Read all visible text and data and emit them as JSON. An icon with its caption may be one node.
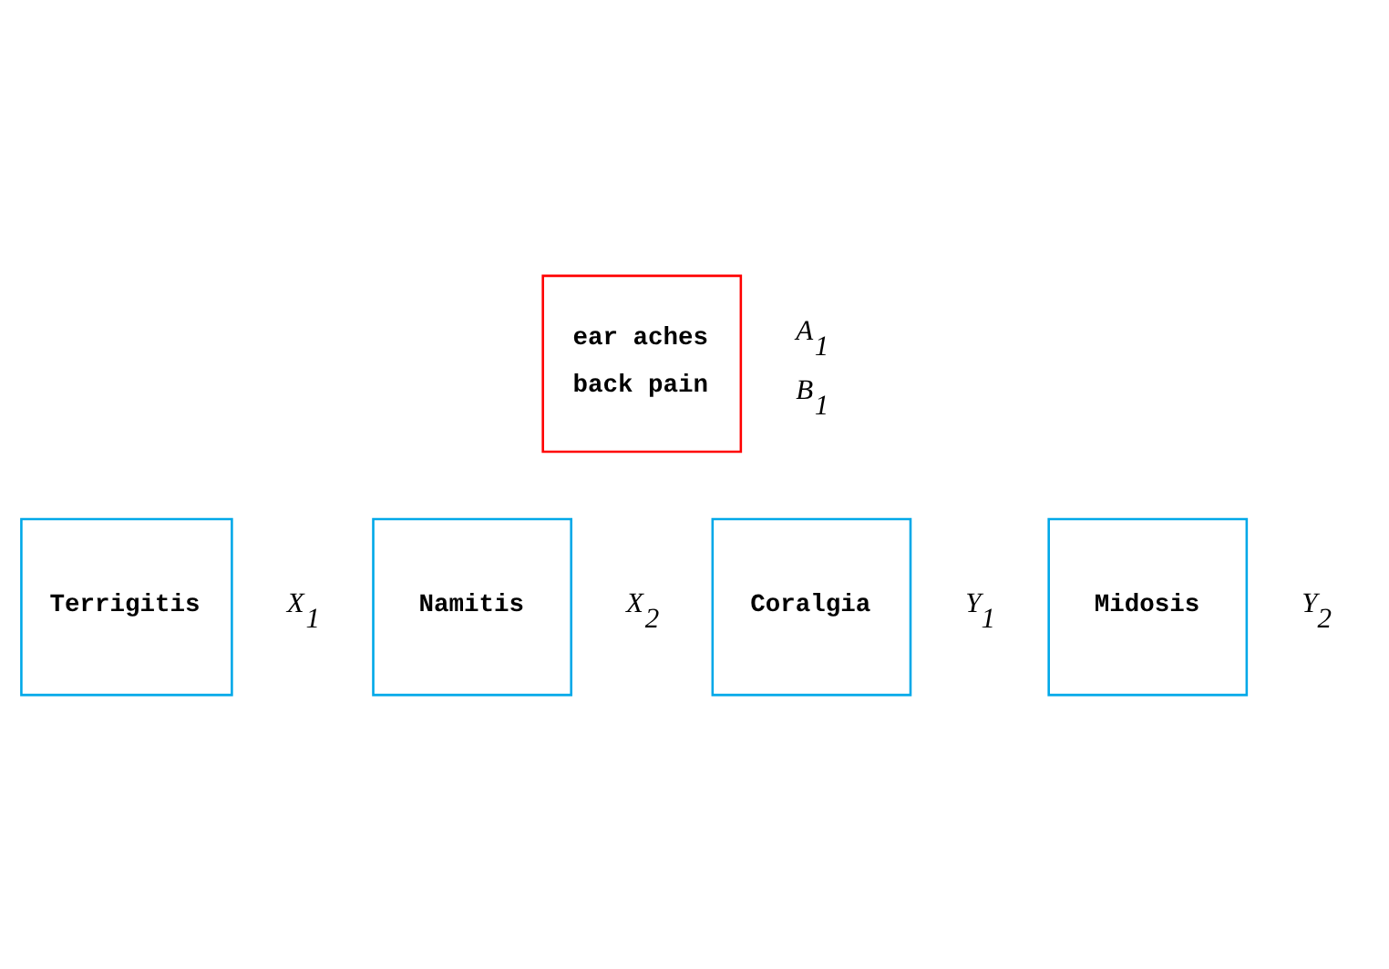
{
  "diagram": {
    "nodes": [
      {
        "text": [
          "ear aches",
          "back pain"
        ],
        "beside": [
          "A$_{1}$",
          "B$_{1}$"
        ]
      },
      {
        "text": [
          "Terrigitis"
        ],
        "beside": [
          "X$_{1}$"
        ]
      },
      {
        "text": [
          "Namitis"
        ],
        "beside": [
          "X$_{2}$"
        ]
      },
      {
        "text": [
          "Coralgia"
        ],
        "beside": [
          "Y$_{1}$"
        ]
      },
      {
        "text": [
          "Midosis"
        ],
        "beside": [
          "Y$_{2}$"
        ]
      }
    ],
    "edges": []
  }
}
